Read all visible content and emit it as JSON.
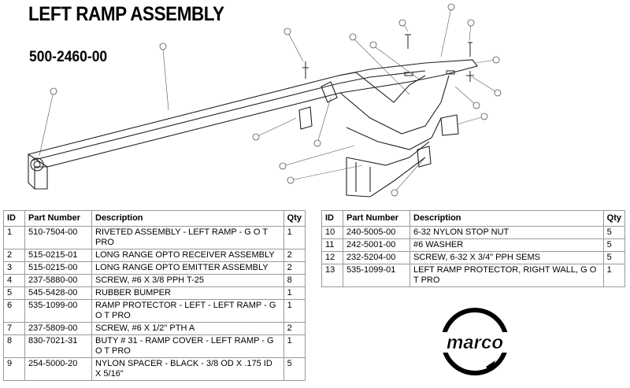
{
  "header": {
    "title": "LEFT RAMP ASSEMBLY",
    "assembly_number": "500-2460-00"
  },
  "table_headers": {
    "id": "ID",
    "part_number": "Part Number",
    "description": "Description",
    "qty": "Qty"
  },
  "parts_left": [
    {
      "id": "1",
      "part": "510-7504-00",
      "desc": "RIVETED ASSEMBLY - LEFT RAMP - G O T  PRO",
      "qty": "1"
    },
    {
      "id": "2",
      "part": "515-0215-01",
      "desc": "LONG RANGE OPTO RECEIVER ASSEMBLY",
      "qty": "2"
    },
    {
      "id": "3",
      "part": "515-0215-00",
      "desc": "LONG RANGE OPTO EMITTER ASSEMBLY",
      "qty": "2"
    },
    {
      "id": "4",
      "part": "237-5880-00",
      "desc": "SCREW, #6 X 3/8 PPH T-25",
      "qty": "8"
    },
    {
      "id": "5",
      "part": "545-5428-00",
      "desc": "RUBBER BUMPER",
      "qty": "1"
    },
    {
      "id": "6",
      "part": "535-1099-00",
      "desc": "RAMP PROTECTOR - LEFT - LEFT RAMP - G O T PRO",
      "qty": "1"
    },
    {
      "id": "7",
      "part": "237-5809-00",
      "desc": "SCREW, #6 X 1/2\" PTH A",
      "qty": "2"
    },
    {
      "id": "8",
      "part": "830-7021-31",
      "desc": "BUTY # 31 - RAMP COVER - LEFT RAMP - G O T  PRO",
      "qty": "1"
    },
    {
      "id": "9",
      "part": "254-5000-20",
      "desc": "NYLON SPACER - BLACK - 3/8 OD X .175 ID X 5/16\"",
      "qty": "5"
    }
  ],
  "parts_right": [
    {
      "id": "10",
      "part": "240-5005-00",
      "desc": "6-32 NYLON STOP NUT",
      "qty": "5"
    },
    {
      "id": "11",
      "part": "242-5001-00",
      "desc": "#6 WASHER",
      "qty": "5"
    },
    {
      "id": "12",
      "part": "232-5204-00",
      "desc": "SCREW, 6-32 X 3/4\" PPH SEMS",
      "qty": "5"
    },
    {
      "id": "13",
      "part": "535-1099-01",
      "desc": "LEFT RAMP PROTECTOR, RIGHT WALL, G O T  PRO",
      "qty": "1"
    }
  ],
  "logo": {
    "text": "marco"
  }
}
